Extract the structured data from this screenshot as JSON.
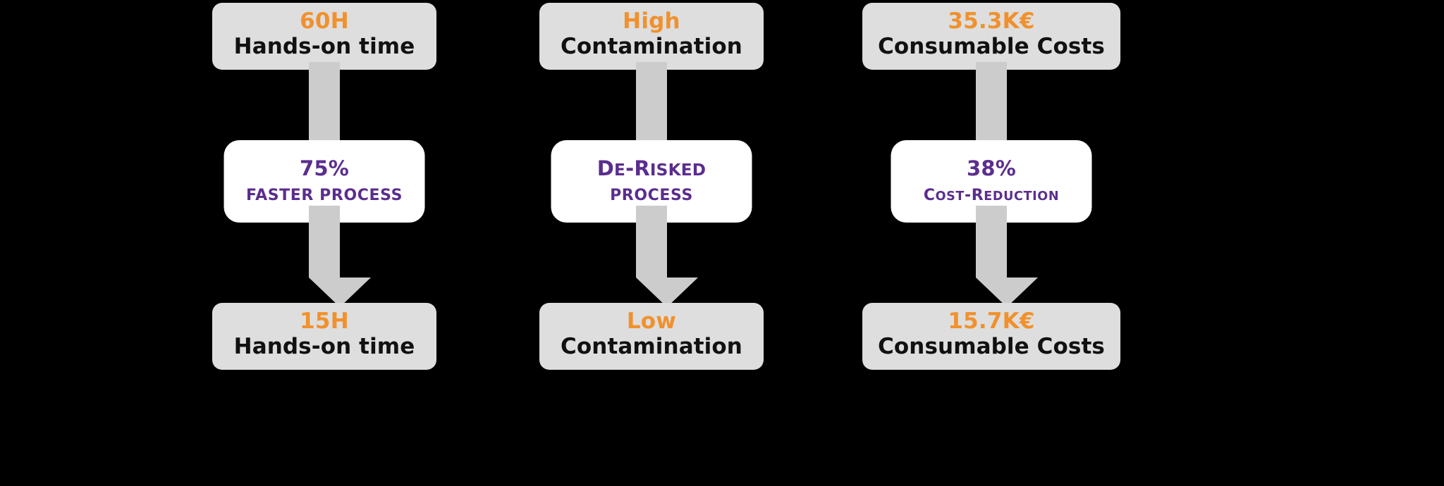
{
  "background_color": "#000000",
  "palette": {
    "box_fill": "#dedede",
    "badge_fill": "#ffffff",
    "arrow_fill": "#cccccc",
    "metric_value_color": "#f0912d",
    "metric_label_color": "#111111",
    "benefit_text_color": "#5b2d8e"
  },
  "columns": [
    {
      "id": "hands-on-time",
      "before": {
        "value": "60H",
        "label": "Hands-on time"
      },
      "benefit": {
        "value": "75%",
        "caption": "FASTER PROCESS",
        "value_smallcaps": false
      },
      "after": {
        "value": "15H",
        "label": "Hands-on time"
      }
    },
    {
      "id": "contamination",
      "before": {
        "value": "High",
        "label": "Contamination"
      },
      "benefit": {
        "value": "DE-RISKED",
        "caption": "PROCESS",
        "value_smallcaps": true
      },
      "after": {
        "value": "Low",
        "label": "Contamination"
      }
    },
    {
      "id": "consumable-costs",
      "before": {
        "value": "35.3K€",
        "label": "Consumable Costs"
      },
      "benefit": {
        "value": "38%",
        "caption": "COST-REDUCTION",
        "value_smallcaps": false,
        "caption_smallcaps": true
      },
      "after": {
        "value": "15.7K€",
        "label": "Consumable Costs"
      }
    }
  ]
}
